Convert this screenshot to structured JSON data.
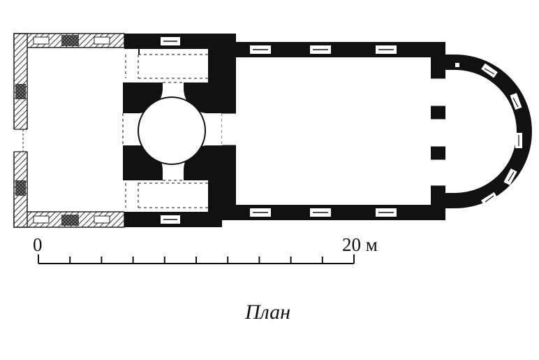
{
  "scale_bar": {
    "start_label": "0",
    "end_label": "20 м",
    "value_start": 0,
    "value_end": 20,
    "unit": "м"
  },
  "caption": "План",
  "colors": {
    "wall": "#111111",
    "hatch": "#333333",
    "background": "#ffffff"
  }
}
